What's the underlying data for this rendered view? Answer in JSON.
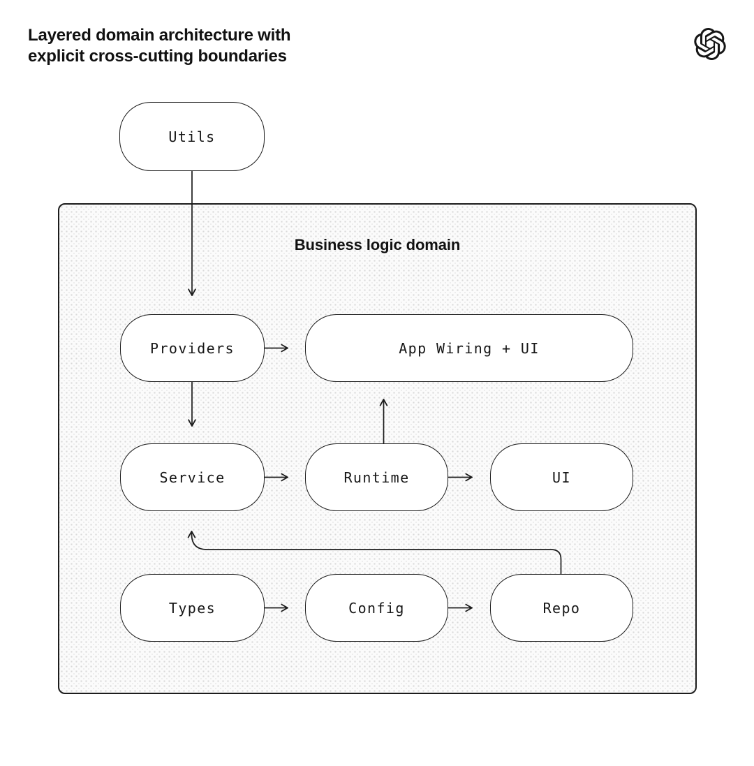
{
  "title": {
    "line1": "Layered domain architecture with",
    "line2": "explicit cross-cutting boundaries"
  },
  "brand": {
    "logo": "openai-logo"
  },
  "container": {
    "label": "Business logic domain"
  },
  "nodes": {
    "utils": {
      "label": "Utils"
    },
    "providers": {
      "label": "Providers"
    },
    "app_wiring": {
      "label": "App Wiring + UI"
    },
    "service": {
      "label": "Service"
    },
    "runtime": {
      "label": "Runtime"
    },
    "ui": {
      "label": "UI"
    },
    "types": {
      "label": "Types"
    },
    "config": {
      "label": "Config"
    },
    "repo": {
      "label": "Repo"
    }
  },
  "edges": [
    {
      "from": "Utils",
      "to": "Providers"
    },
    {
      "from": "Providers",
      "to": "App Wiring + UI"
    },
    {
      "from": "Providers",
      "to": "Service"
    },
    {
      "from": "Runtime",
      "to": "App Wiring + UI"
    },
    {
      "from": "Service",
      "to": "Runtime"
    },
    {
      "from": "Runtime",
      "to": "UI"
    },
    {
      "from": "Types",
      "to": "Config"
    },
    {
      "from": "Config",
      "to": "Repo"
    },
    {
      "from": "Repo",
      "to": "Service"
    }
  ],
  "colors": {
    "ink": "#1c1c1c",
    "title": "#111111",
    "node-fill": "#ffffff",
    "container-fill": "#fbfbfb",
    "dot": "#d9d9d9",
    "page-bg": "#ffffff"
  }
}
